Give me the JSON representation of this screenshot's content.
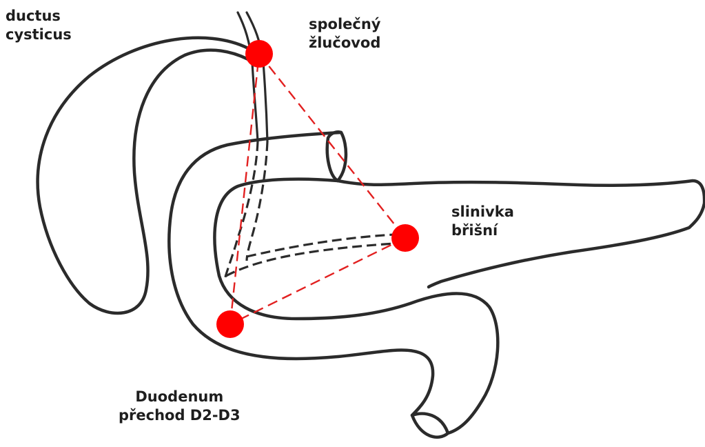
{
  "labels": {
    "ductus_cysticus": [
      "ductus",
      "cysticus"
    ],
    "common_bile_duct": [
      "společný",
      "žlučovod"
    ],
    "pancreas": [
      "slinivka",
      "břišní"
    ],
    "duodenum": [
      "Duodenum",
      "přechod D2-D3"
    ]
  },
  "colors": {
    "outline": "#2b2b2b",
    "marker": "#ff0000",
    "triangle": "#e22020",
    "text": "#1e1e1e"
  },
  "markers": [
    "common-bile-duct-marker",
    "pancreas-marker",
    "duodenum-marker"
  ]
}
